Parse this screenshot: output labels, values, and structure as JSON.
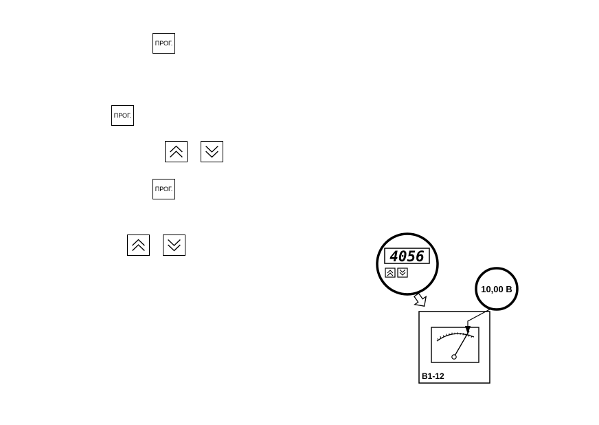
{
  "keys": {
    "prog_label": "ПРОГ."
  },
  "device": {
    "display_value": "4056"
  },
  "voltmeter": {
    "reading": "10,00 В",
    "model": "В1-12"
  }
}
